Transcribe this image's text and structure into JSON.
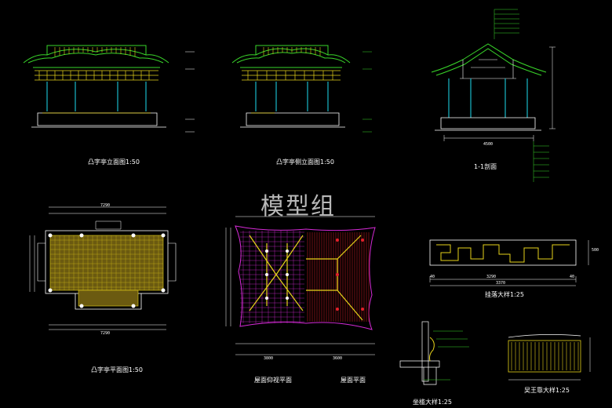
{
  "watermark": "模型组",
  "captions": {
    "front_elev": "凸字亭立面图1:50",
    "side_elev": "凸字亭侧立面图1:50",
    "section": "1-1剖面",
    "plan": "凸字亭平面图1:50",
    "roof_under": "屋面仰视平面",
    "roof_plan": "屋面平面",
    "hanging_lattice": "挂落大样1:25",
    "bench": "坐槛大样1:25",
    "railing": "吴王靠大样1:25"
  },
  "dims": {
    "plan_top": "7290",
    "plan_bottom": "7290",
    "hang_total": "3290",
    "hang_sub": "3370",
    "hang_left": "40",
    "hang_right": "40",
    "hang_h": "500",
    "sec_w": "4500",
    "roof_w1": "3800",
    "roof_w2": "3600"
  },
  "colors": {
    "bg": "#000000",
    "roof": "#39d62a",
    "column": "#19b8c8",
    "ornament": "#e6d21a",
    "dim": "#ffffff",
    "red": "#e3202a",
    "magenta": "#d52ad6"
  }
}
